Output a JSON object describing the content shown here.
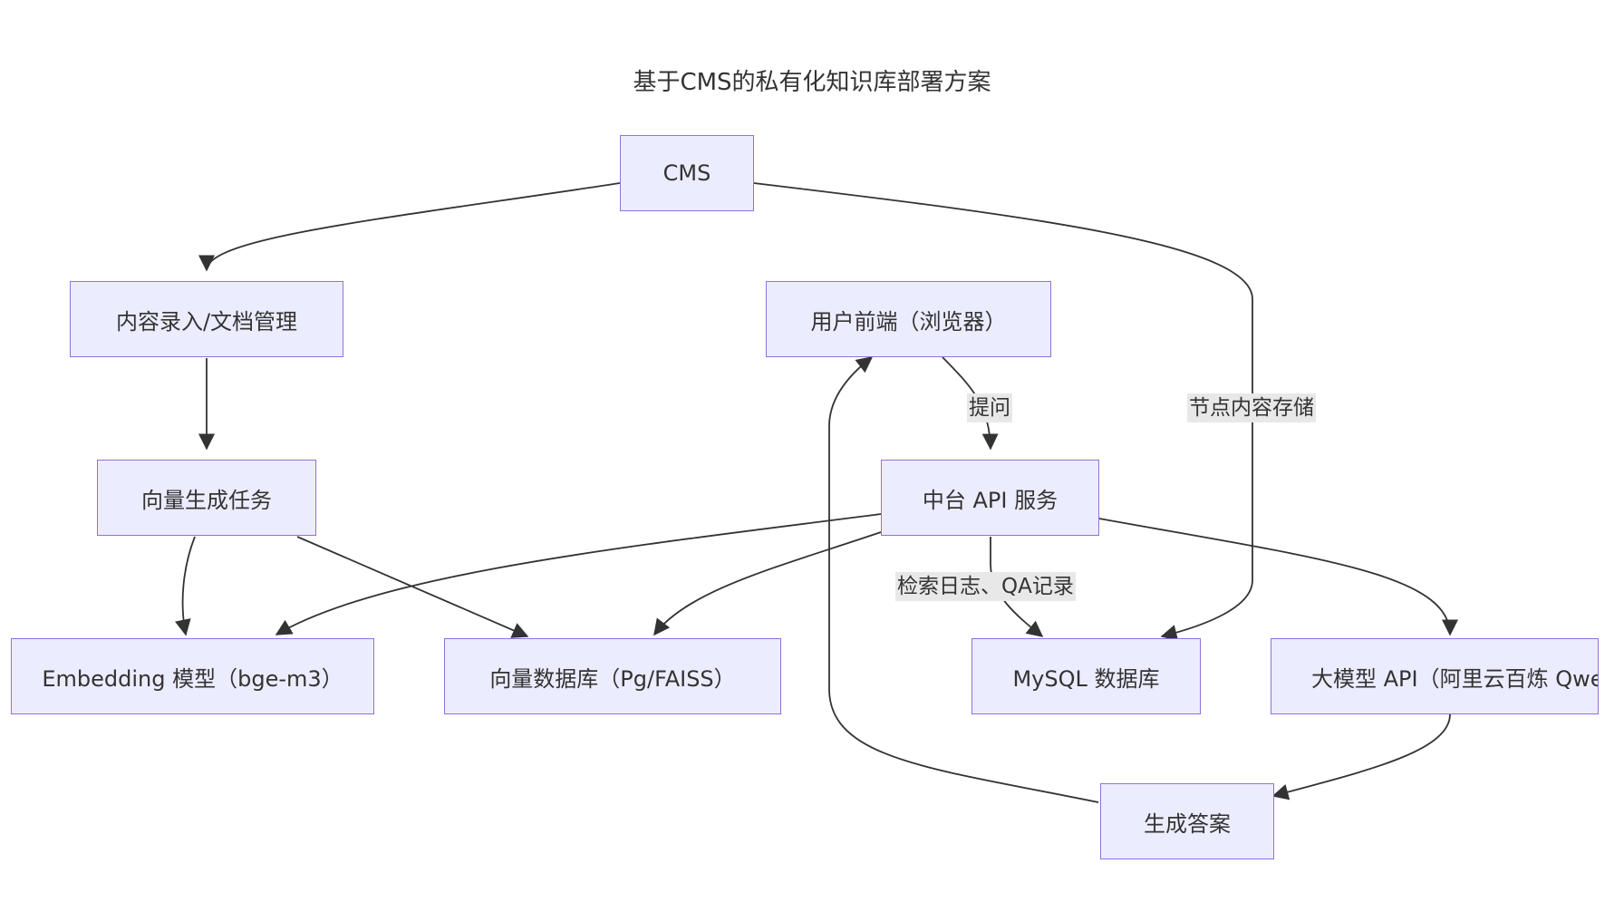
{
  "title": "基于CMS的私有化知识库部署方案",
  "colors": {
    "node_fill": "#ECECFF",
    "node_border": "#9370DB",
    "edge": "#333333",
    "edge_label_bg": "#E8E8E8"
  },
  "nodes": {
    "cms": "CMS",
    "content_entry": "内容录入/文档管理",
    "user_frontend": "用户前端（浏览器）",
    "vector_task": "向量生成任务",
    "api_service": "中台 API 服务",
    "embedding_model": "Embedding 模型（bge-m3）",
    "vector_db": "向量数据库（Pg/FAISS）",
    "mysql_db": "MySQL 数据库",
    "llm_api": "大模型 API（阿里云百炼 Qwen）",
    "answer": "生成答案"
  },
  "edge_labels": {
    "ask": "提问",
    "node_storage": "节点内容存储",
    "log": "检索日志、QA记录"
  }
}
